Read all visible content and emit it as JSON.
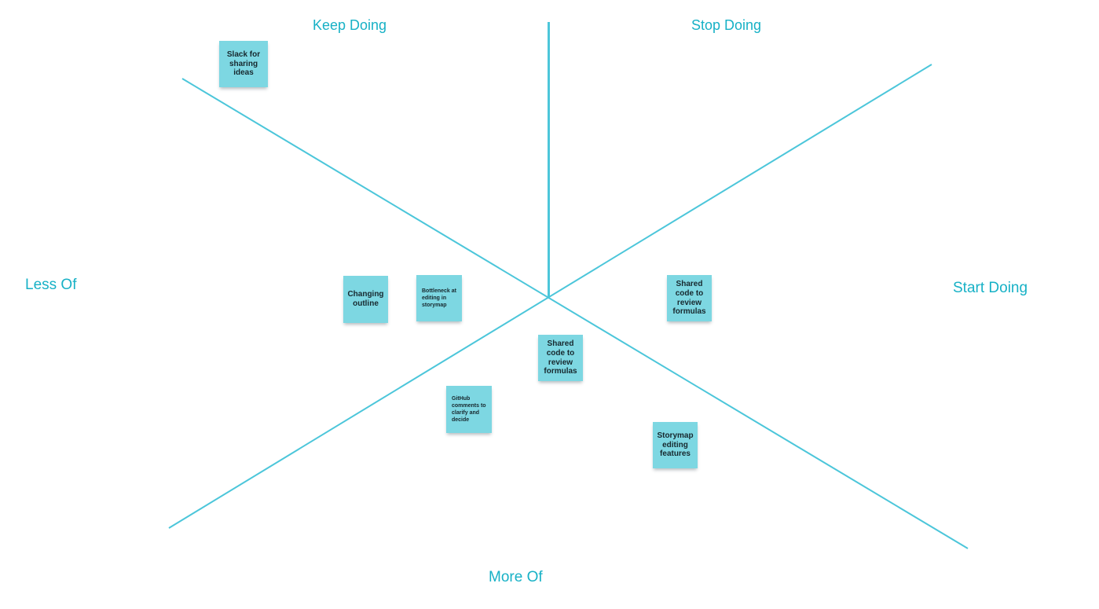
{
  "board": {
    "type": "starfish-retrospective-diagram",
    "colors": {
      "background": "#ffffff",
      "label_text": "#17b1c6",
      "line_stroke": "#4cc6da",
      "note_fill": "#7dd7e2",
      "note_text": "#17282e"
    }
  },
  "labels": {
    "keep_doing": "Keep Doing",
    "stop_doing": "Stop Doing",
    "less_of": "Less Of",
    "start_doing": "Start Doing",
    "more_of": "More Of"
  },
  "notes": [
    {
      "text": "Slack for sharing ideas"
    },
    {
      "text": "Changing outline"
    },
    {
      "text": "Bottleneck at editing in storymap"
    },
    {
      "text": "Shared code to review formulas"
    },
    {
      "text": "Shared code to review formulas"
    },
    {
      "text": "GitHub comments to clarify and decide"
    },
    {
      "text": "Storymap editing features"
    }
  ]
}
